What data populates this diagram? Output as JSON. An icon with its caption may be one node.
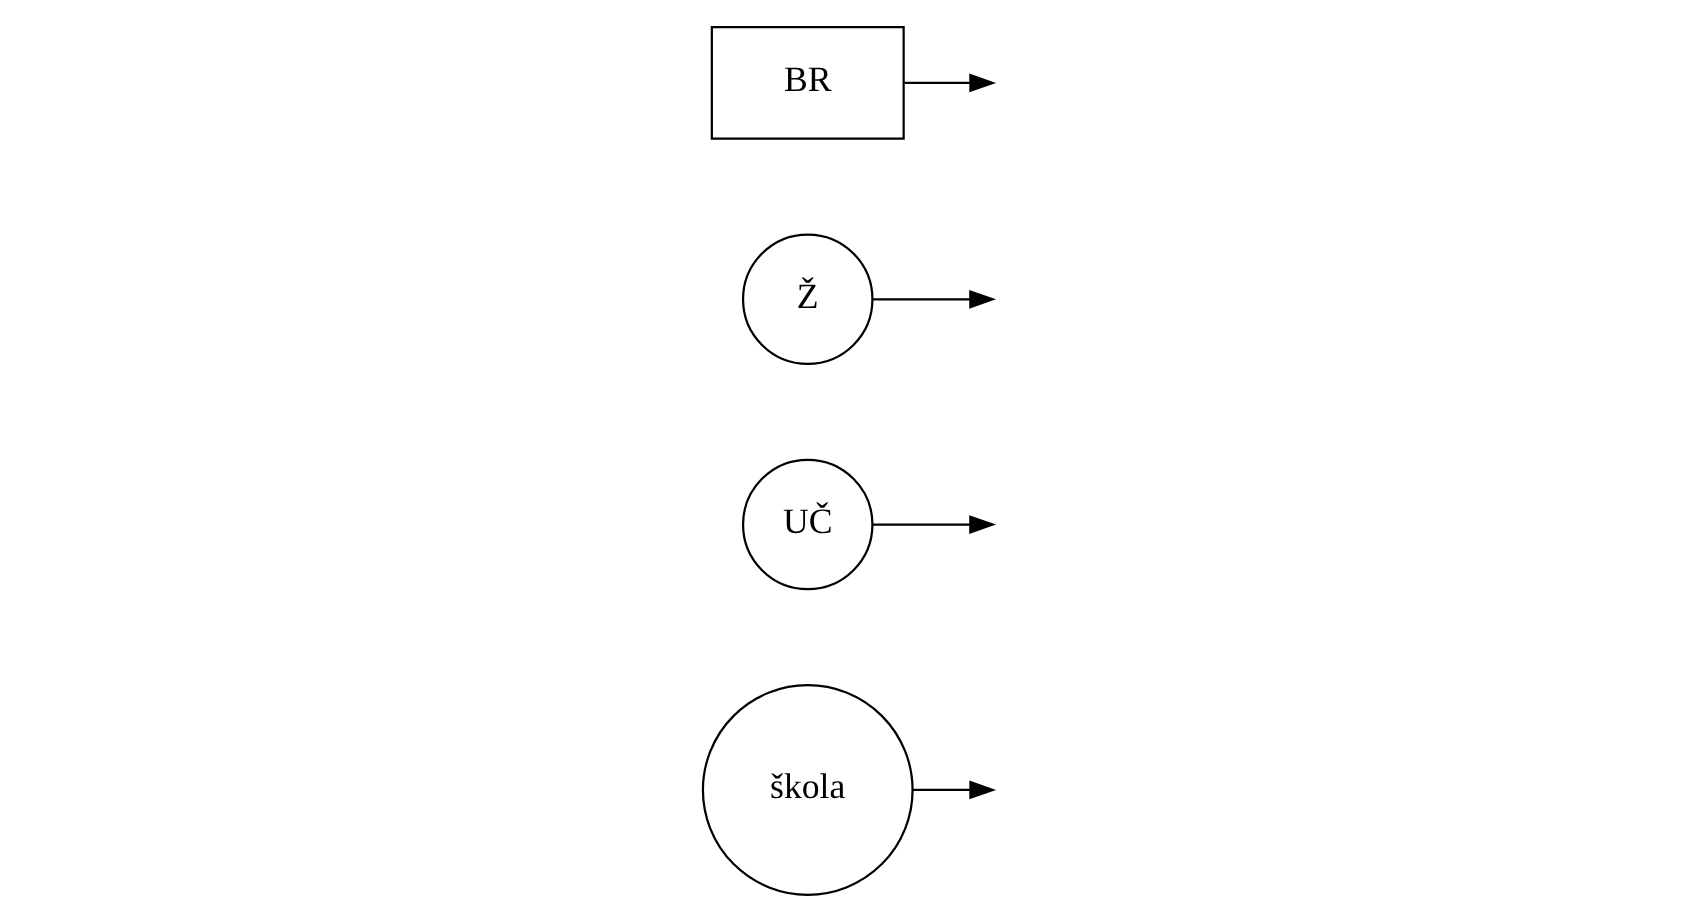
{
  "diagram": {
    "nodes": [
      {
        "text": [
          "škola"
        ]
      },
      {
        "text": [
          "UČ"
        ]
      },
      {
        "text": [
          "Ž"
        ]
      },
      {
        "text": [
          "BR"
        ]
      }
    ],
    "edges": [
      {
        "from": 0,
        "to": null,
        "arrow": "to"
      },
      {
        "from": 1,
        "to": null,
        "arrow": "to"
      },
      {
        "from": 2,
        "to": null,
        "arrow": "to"
      },
      {
        "from": 3,
        "to": null,
        "arrow": "to"
      }
    ]
  }
}
